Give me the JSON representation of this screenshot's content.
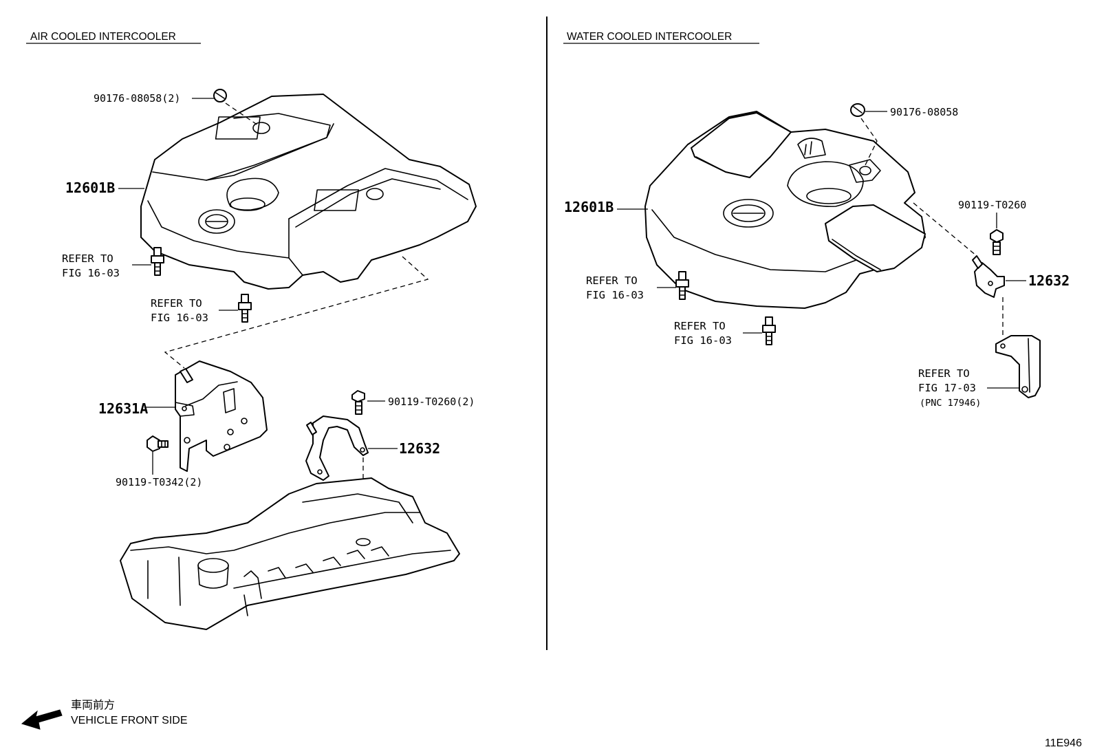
{
  "sections": {
    "left": {
      "title": "AIR COOLED INTERCOOLER"
    },
    "right": {
      "title": "WATER COOLED INTERCOOLER"
    }
  },
  "labels": {
    "left_clip": "90176-08058(2)",
    "left_cover": "12601B",
    "left_ref1_line1": "REFER TO",
    "left_ref1_line2": "FIG 16-03",
    "left_ref2_line1": "REFER TO",
    "left_ref2_line2": "FIG 16-03",
    "left_bracket_a": "12631A",
    "left_bolt_a": "90119-T0342(2)",
    "left_bolt_b": "90119-T0260(2)",
    "left_bracket_b": "12632",
    "right_clip": "90176-08058",
    "right_cover": "12601B",
    "right_bolt": "90119-T0260",
    "right_bracket": "12632",
    "right_ref1_line1": "REFER TO",
    "right_ref1_line2": "FIG 16-03",
    "right_ref2_line1": "REFER TO",
    "right_ref2_line2": "FIG 16-03",
    "right_ref3_line1": "REFER TO",
    "right_ref3_line2": "FIG 17-03",
    "right_ref3_line3": "(PNC 17946)"
  },
  "footer": {
    "front_jp": "車両前方",
    "front_en": "VEHICLE FRONT SIDE",
    "figure_id": "11E946"
  }
}
